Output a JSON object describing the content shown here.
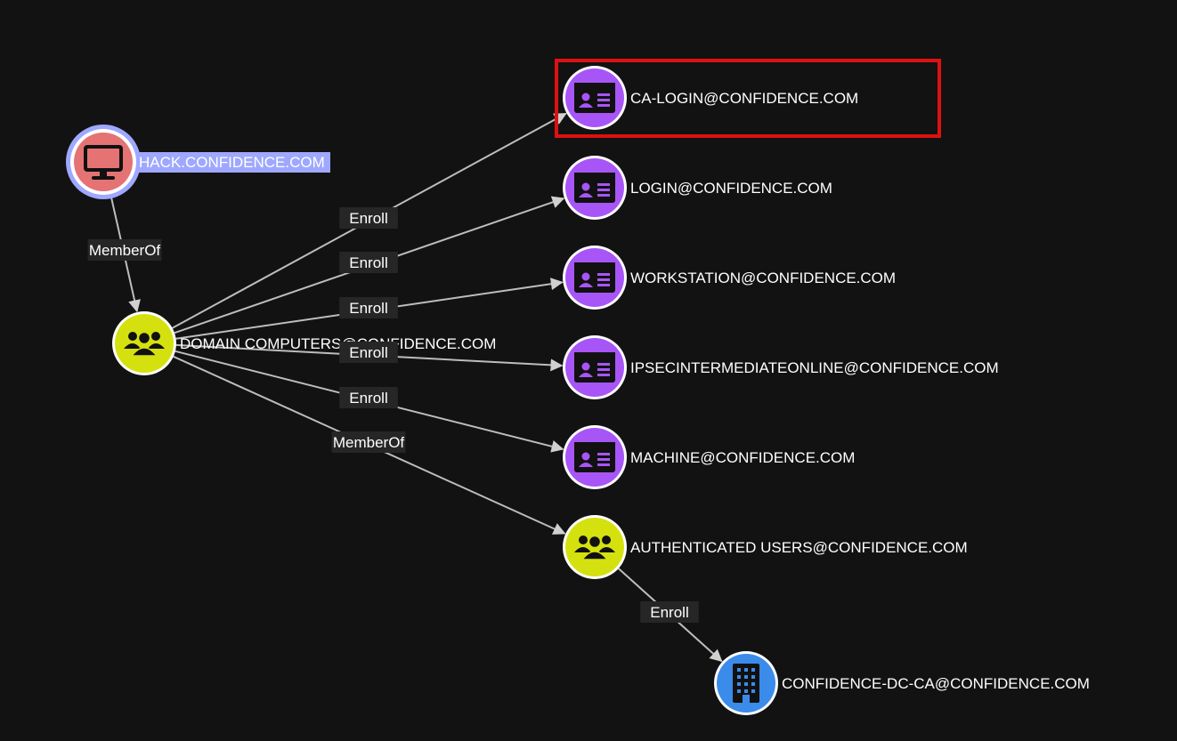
{
  "colors": {
    "background": "#121212",
    "edge": "#bdbdbd",
    "edge_label_bg": "#262626",
    "computer_fill": "#e57373",
    "computer_ring": "#9fa8ff",
    "group_fill": "#d4e10f",
    "template_fill": "#a855f7",
    "ca_fill": "#3b8bea",
    "highlight_box": "#dd1111",
    "selected_label_bg": "#9fa8ff"
  },
  "nodes": [
    {
      "id": "hack",
      "label": "HACK.CONFIDENCE.COM",
      "kind": "computer",
      "icon": "monitor-icon",
      "selected": true
    },
    {
      "id": "domain_computers",
      "label": "DOMAIN COMPUTERS@CONFIDENCE.COM",
      "kind": "group",
      "icon": "users-group-icon"
    },
    {
      "id": "ca_login",
      "label": "CA-LOGIN@CONFIDENCE.COM",
      "kind": "template",
      "icon": "id-card-icon",
      "highlighted": true
    },
    {
      "id": "login",
      "label": "LOGIN@CONFIDENCE.COM",
      "kind": "template",
      "icon": "id-card-icon"
    },
    {
      "id": "workstation",
      "label": "WORKSTATION@CONFIDENCE.COM",
      "kind": "template",
      "icon": "id-card-icon"
    },
    {
      "id": "ipsec",
      "label": "IPSECINTERMEDIATEONLINE@CONFIDENCE.COM",
      "kind": "template",
      "icon": "id-card-icon"
    },
    {
      "id": "machine",
      "label": "MACHINE@CONFIDENCE.COM",
      "kind": "template",
      "icon": "id-card-icon"
    },
    {
      "id": "auth_users",
      "label": "AUTHENTICATED USERS@CONFIDENCE.COM",
      "kind": "group",
      "icon": "users-group-icon"
    },
    {
      "id": "dc_ca",
      "label": "CONFIDENCE-DC-CA@CONFIDENCE.COM",
      "kind": "ca",
      "icon": "building-icon"
    }
  ],
  "edges": [
    {
      "from": "hack",
      "to": "domain_computers",
      "label": "MemberOf"
    },
    {
      "from": "domain_computers",
      "to": "ca_login",
      "label": "Enroll"
    },
    {
      "from": "domain_computers",
      "to": "login",
      "label": "Enroll"
    },
    {
      "from": "domain_computers",
      "to": "workstation",
      "label": "Enroll"
    },
    {
      "from": "domain_computers",
      "to": "ipsec",
      "label": "Enroll"
    },
    {
      "from": "domain_computers",
      "to": "machine",
      "label": "Enroll"
    },
    {
      "from": "domain_computers",
      "to": "auth_users",
      "label": "MemberOf"
    },
    {
      "from": "auth_users",
      "to": "dc_ca",
      "label": "Enroll"
    }
  ]
}
